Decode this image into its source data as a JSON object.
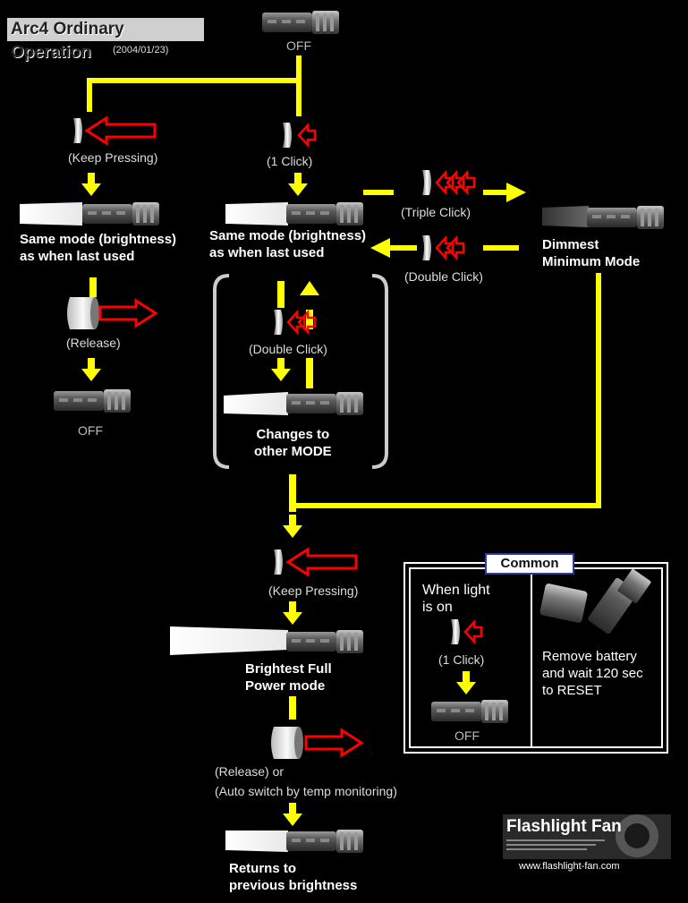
{
  "title": "Arc4 Ordinary Operation",
  "date": "(2004/01/23)",
  "states": {
    "off_top": "OFF",
    "off_left": "OFF",
    "same_mode_left_1": "Same mode (brightness)",
    "same_mode_left_2": "as when last used",
    "same_mode_center_1": "Same mode (brightness)",
    "same_mode_center_2": "as when last used",
    "dimmest_1": "Dimmest",
    "dimmest_2": "Minimum Mode",
    "changes_1": "Changes to",
    "changes_2": "other MODE",
    "brightest_1": "Brightest Full",
    "brightest_2": "Power mode",
    "returns_1": "Returns to",
    "returns_2": "previous brightness"
  },
  "actions": {
    "keep_pressing_1": "(Keep Pressing)",
    "one_click": "(1 Click)",
    "triple_click": "(Triple Click)",
    "double_click_right": "(Double Click)",
    "release_1": "(Release)",
    "double_click_center": "(Double Click)",
    "keep_pressing_2": "(Keep Pressing)",
    "release_or": "(Release) or",
    "auto_switch": "(Auto switch by temp monitoring)"
  },
  "common": {
    "tag": "Common",
    "when_light_1": "When light",
    "when_light_2": "is on",
    "one_click": "(1 Click)",
    "off": "OFF",
    "remove_1": "Remove battery",
    "remove_2": "and wait 120 sec",
    "remove_3": "to RESET"
  },
  "footer": {
    "brand": "Flashlight Fan",
    "url": "www.flashlight-fan.com"
  },
  "colors": {
    "flow_line": "#ffff00",
    "action_arrow": "#ff0000",
    "background": "#000000"
  }
}
